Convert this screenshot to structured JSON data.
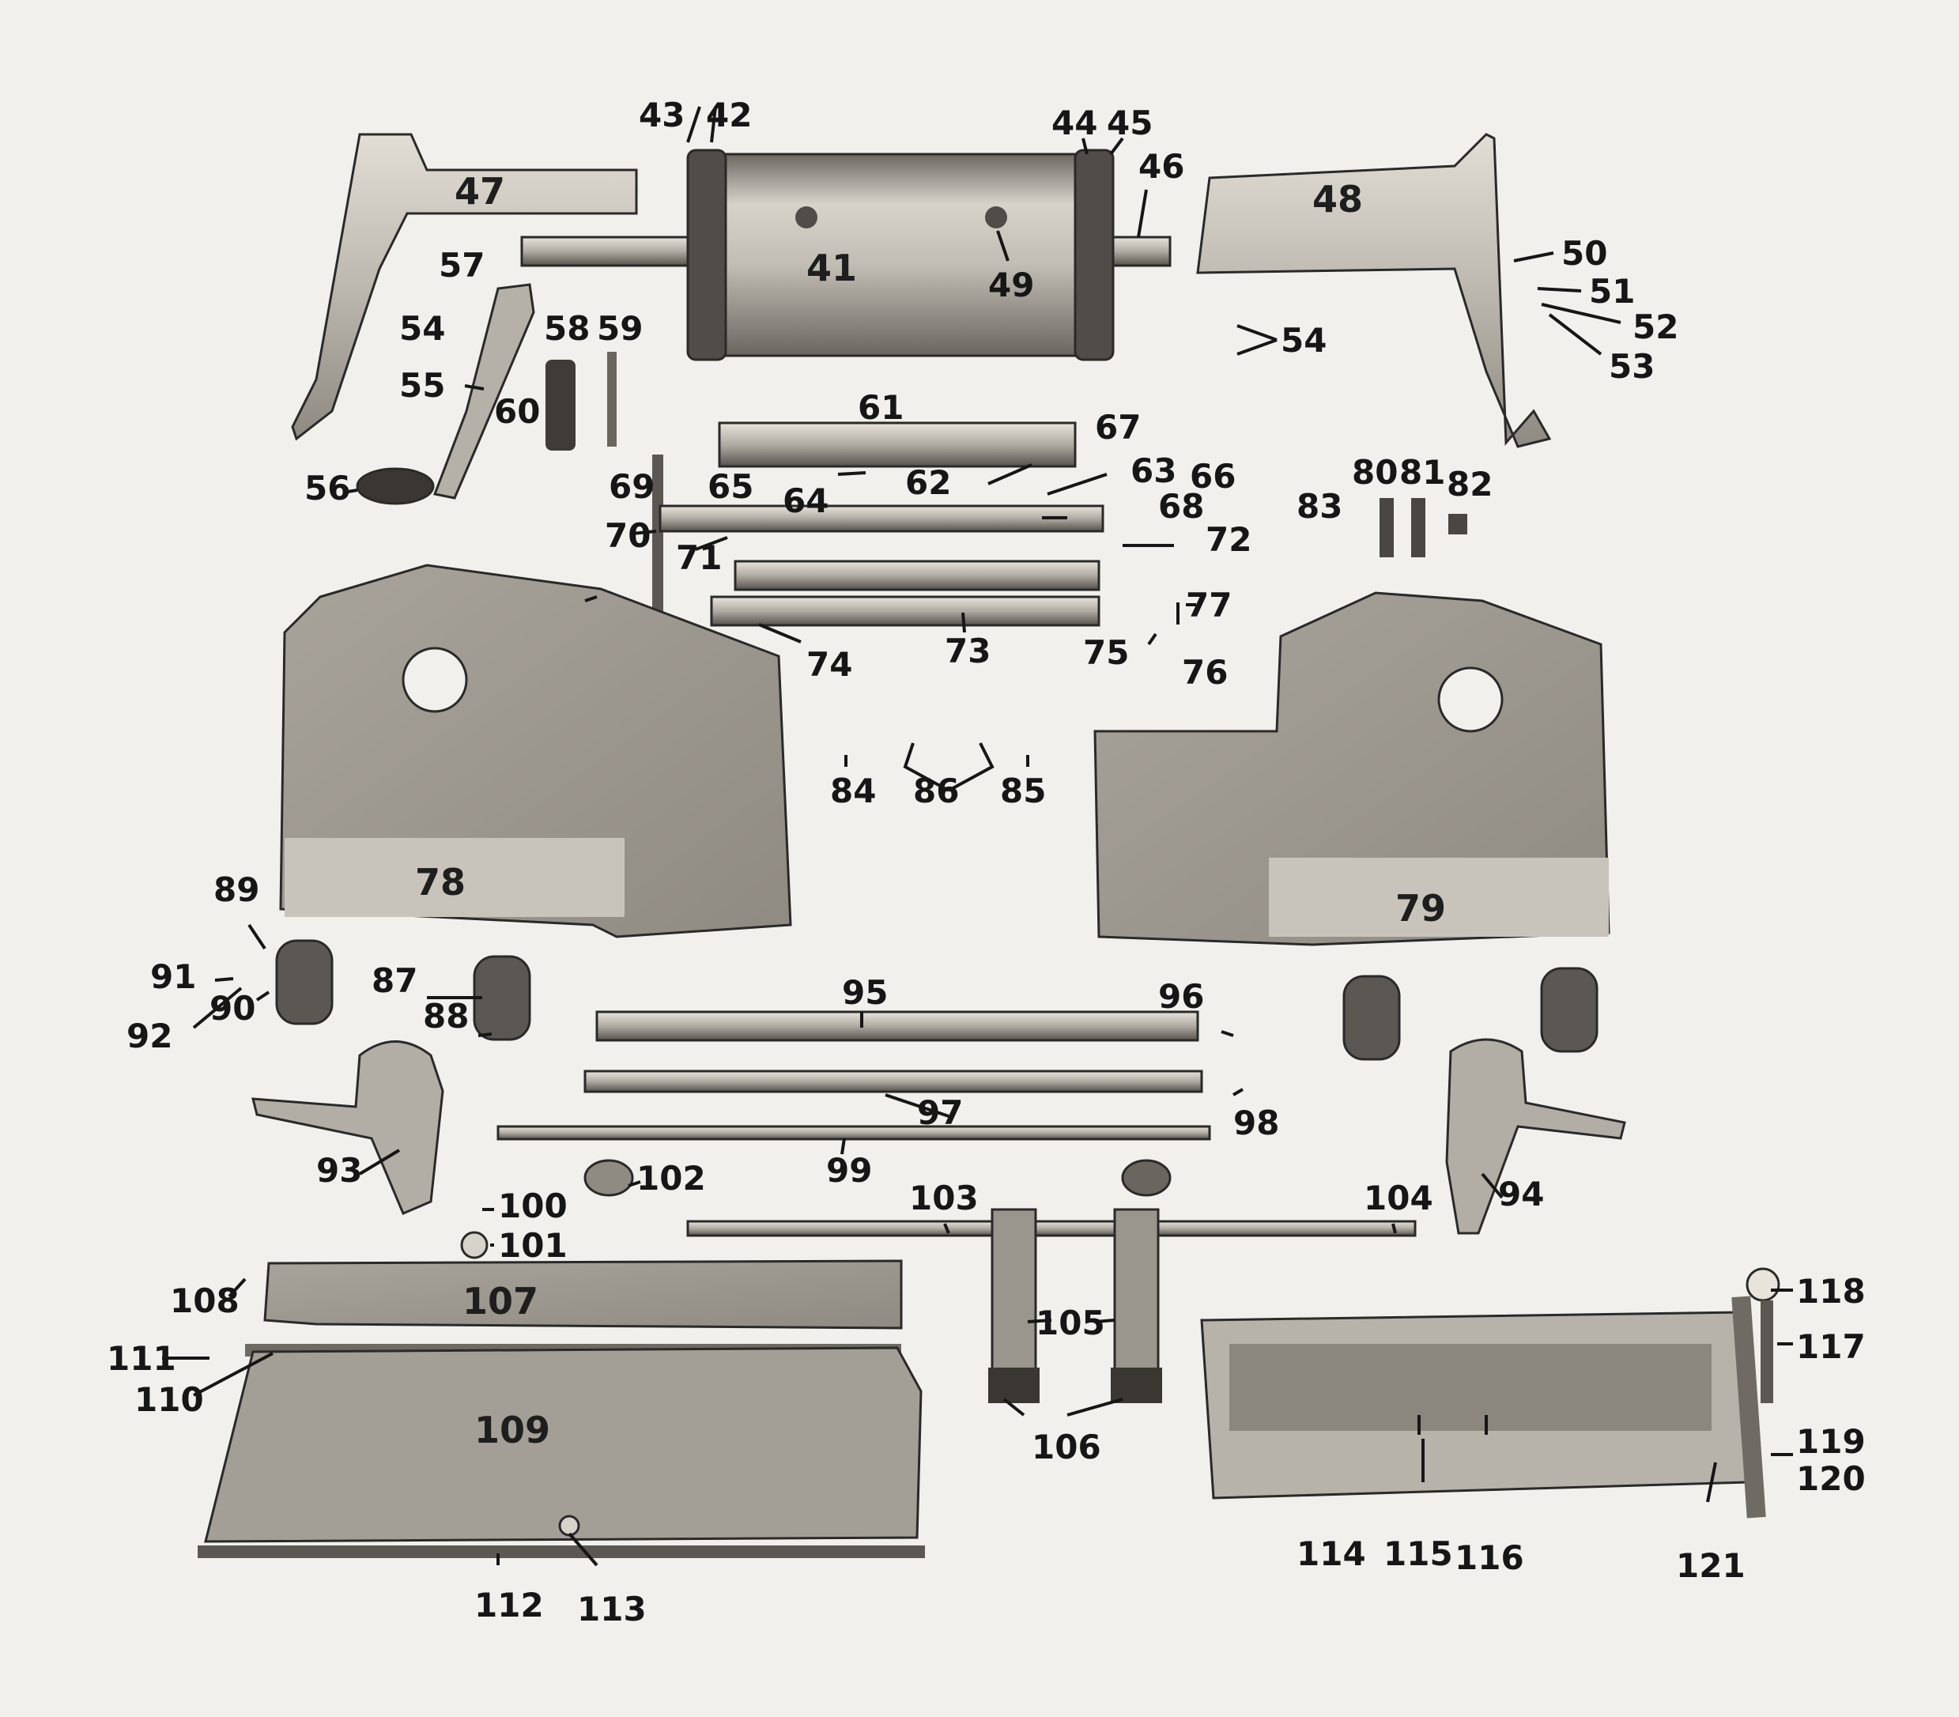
{
  "figure": {
    "colors": {
      "paper": "#f1f0ec",
      "metal_light": "#cfcac1",
      "metal_mid": "#a8a39a",
      "metal_dark": "#5e5a55",
      "ink": "#161616"
    }
  },
  "labels": {
    "l41": "41",
    "l42": "42",
    "l43": "43",
    "l44": "44",
    "l45": "45",
    "l46": "46",
    "l47": "47",
    "l48": "48",
    "l49": "49",
    "l50": "50",
    "l51": "51",
    "l52": "52",
    "l53": "53",
    "l54a": "54",
    "l54b": "54",
    "l55": "55",
    "l56": "56",
    "l57": "57",
    "l58": "58",
    "l59": "59",
    "l60": "60",
    "l61": "61",
    "l62": "62",
    "l63": "63",
    "l64": "64",
    "l65": "65",
    "l66": "66",
    "l67": "67",
    "l68": "68",
    "l69": "69",
    "l70": "70",
    "l71": "71",
    "l72": "72",
    "l73": "73",
    "l74": "74",
    "l75": "75",
    "l76": "76",
    "l77": "77",
    "l78": "78",
    "l79": "79",
    "l80": "80",
    "l81": "81",
    "l82": "82",
    "l83": "83",
    "l84": "84",
    "l85": "85",
    "l86": "86",
    "l87": "87",
    "l88": "88",
    "l89": "89",
    "l90": "90",
    "l91": "91",
    "l92": "92",
    "l93": "93",
    "l94": "94",
    "l95": "95",
    "l96": "96",
    "l97": "97",
    "l98": "98",
    "l99": "99",
    "l100": "100",
    "l101": "101",
    "l102": "102",
    "l103": "103",
    "l104": "104",
    "l105": "105",
    "l106": "106",
    "l107": "107",
    "l108": "108",
    "l109": "109",
    "l110": "110",
    "l111": "111",
    "l112": "112",
    "l113": "113",
    "l114": "114",
    "l115": "115",
    "l116": "116",
    "l117": "117",
    "l118": "118",
    "l119": "119",
    "l120": "120",
    "l121": "121"
  }
}
